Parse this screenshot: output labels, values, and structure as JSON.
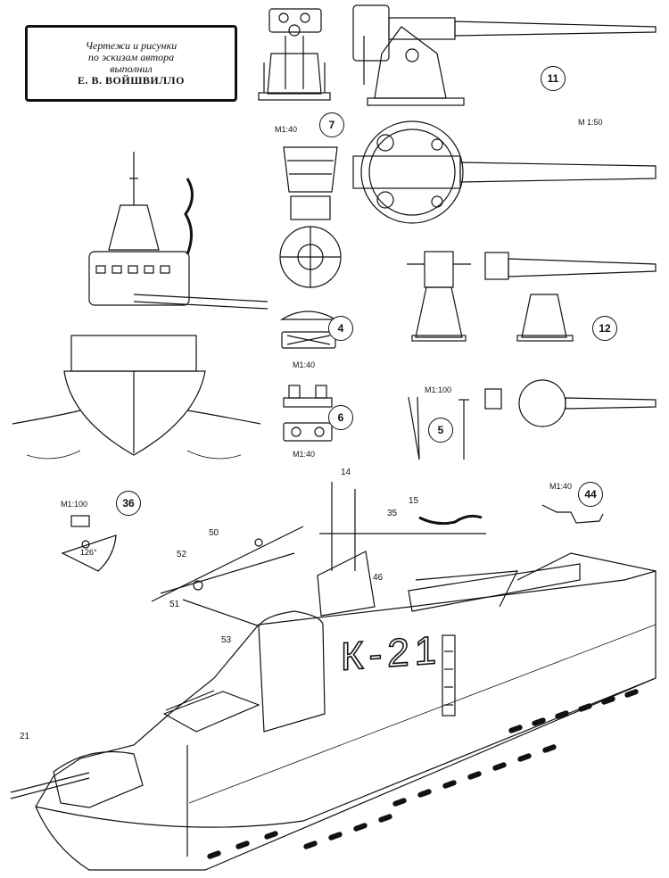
{
  "credit": {
    "line1": "Чертежи и рисунки",
    "line2": "по эскизам автора",
    "line3": "выполнил",
    "author": "Е. В. ВОЙШВИЛЛО"
  },
  "scales": {
    "s_m140_top": "М1:40",
    "s_m150": "М 1:50",
    "s_m140_4": "М1:40",
    "s_m140_6": "М1:40",
    "s_m1100_5": "М1:100",
    "s_m1100_36": "М1:100",
    "s_m140_44": "М1:40"
  },
  "figures": {
    "n7": "7",
    "n11": "11",
    "n4": "4",
    "n12": "12",
    "n6": "6",
    "n5": "5",
    "n36": "36",
    "n44": "44"
  },
  "callouts": {
    "c14": "14",
    "c15": "15",
    "c35": "35",
    "c46": "46",
    "c50": "50",
    "c52": "52",
    "c51": "51",
    "c53": "53",
    "c21": "21",
    "angle": "126°"
  },
  "hull_number": "К-21"
}
